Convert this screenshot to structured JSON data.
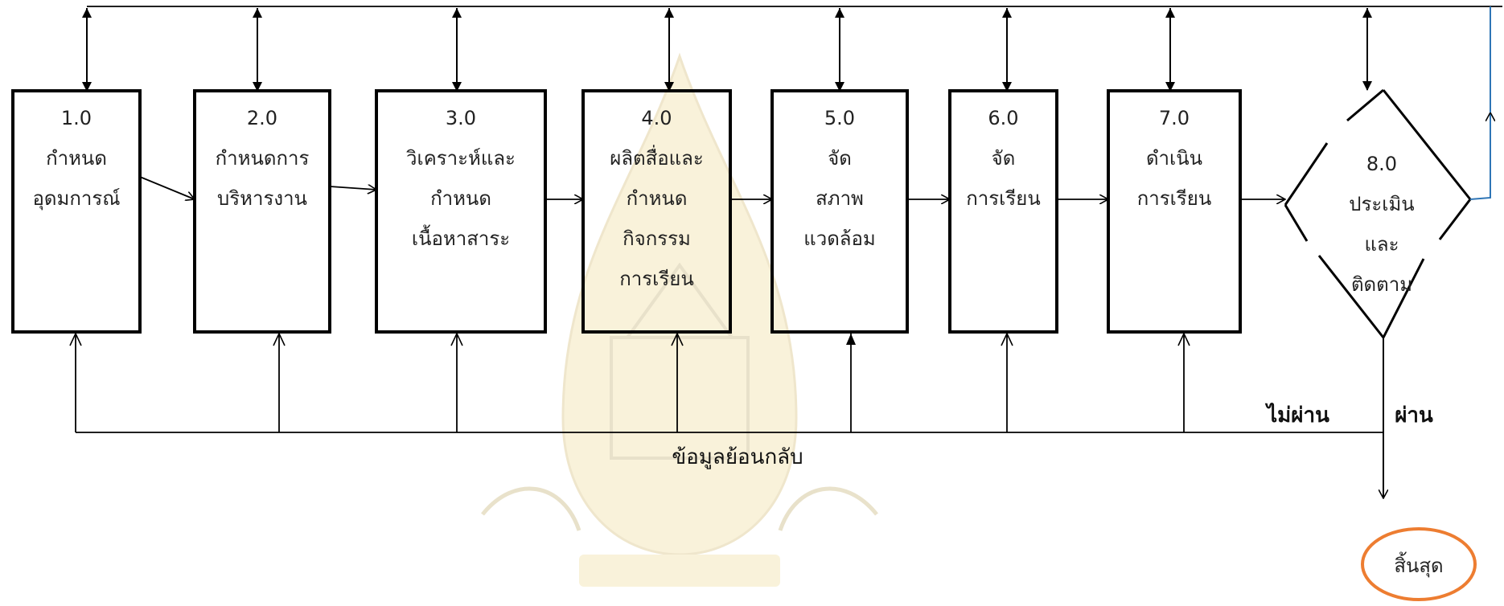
{
  "steps": [
    {
      "number": "1.0",
      "lines": [
        "กำหนด",
        "อุดมการณ์"
      ]
    },
    {
      "number": "2.0",
      "lines": [
        "กำหนดการ",
        "บริหารงาน"
      ]
    },
    {
      "number": "3.0",
      "lines": [
        "วิเคราะห์และ",
        "กำหนด",
        "เนื้อหาสาระ"
      ]
    },
    {
      "number": "4.0",
      "lines": [
        "ผลิตสื่อและ",
        "กำหนด",
        "กิจกรรม",
        "การเรียน"
      ]
    },
    {
      "number": "5.0",
      "lines": [
        "จัด",
        "สภาพ",
        "แวดล้อม"
      ]
    },
    {
      "number": "6.0",
      "lines": [
        "จัด",
        "การเรียน"
      ]
    },
    {
      "number": "7.0",
      "lines": [
        "ดำเนิน",
        "การเรียน"
      ]
    }
  ],
  "decision": {
    "number": "8.0",
    "lines": [
      "ประเมิน",
      "และ",
      "ติดตาม"
    ]
  },
  "feedback_label": "ข้อมูลย้อนกลับ",
  "fail_label": "ไม่ผ่าน",
  "pass_label": "ผ่าน",
  "end_label": "สิ้นสุด",
  "colors": {
    "end_circle": "#ed7d31",
    "watermark": "#c9a227",
    "line": "#000000"
  }
}
